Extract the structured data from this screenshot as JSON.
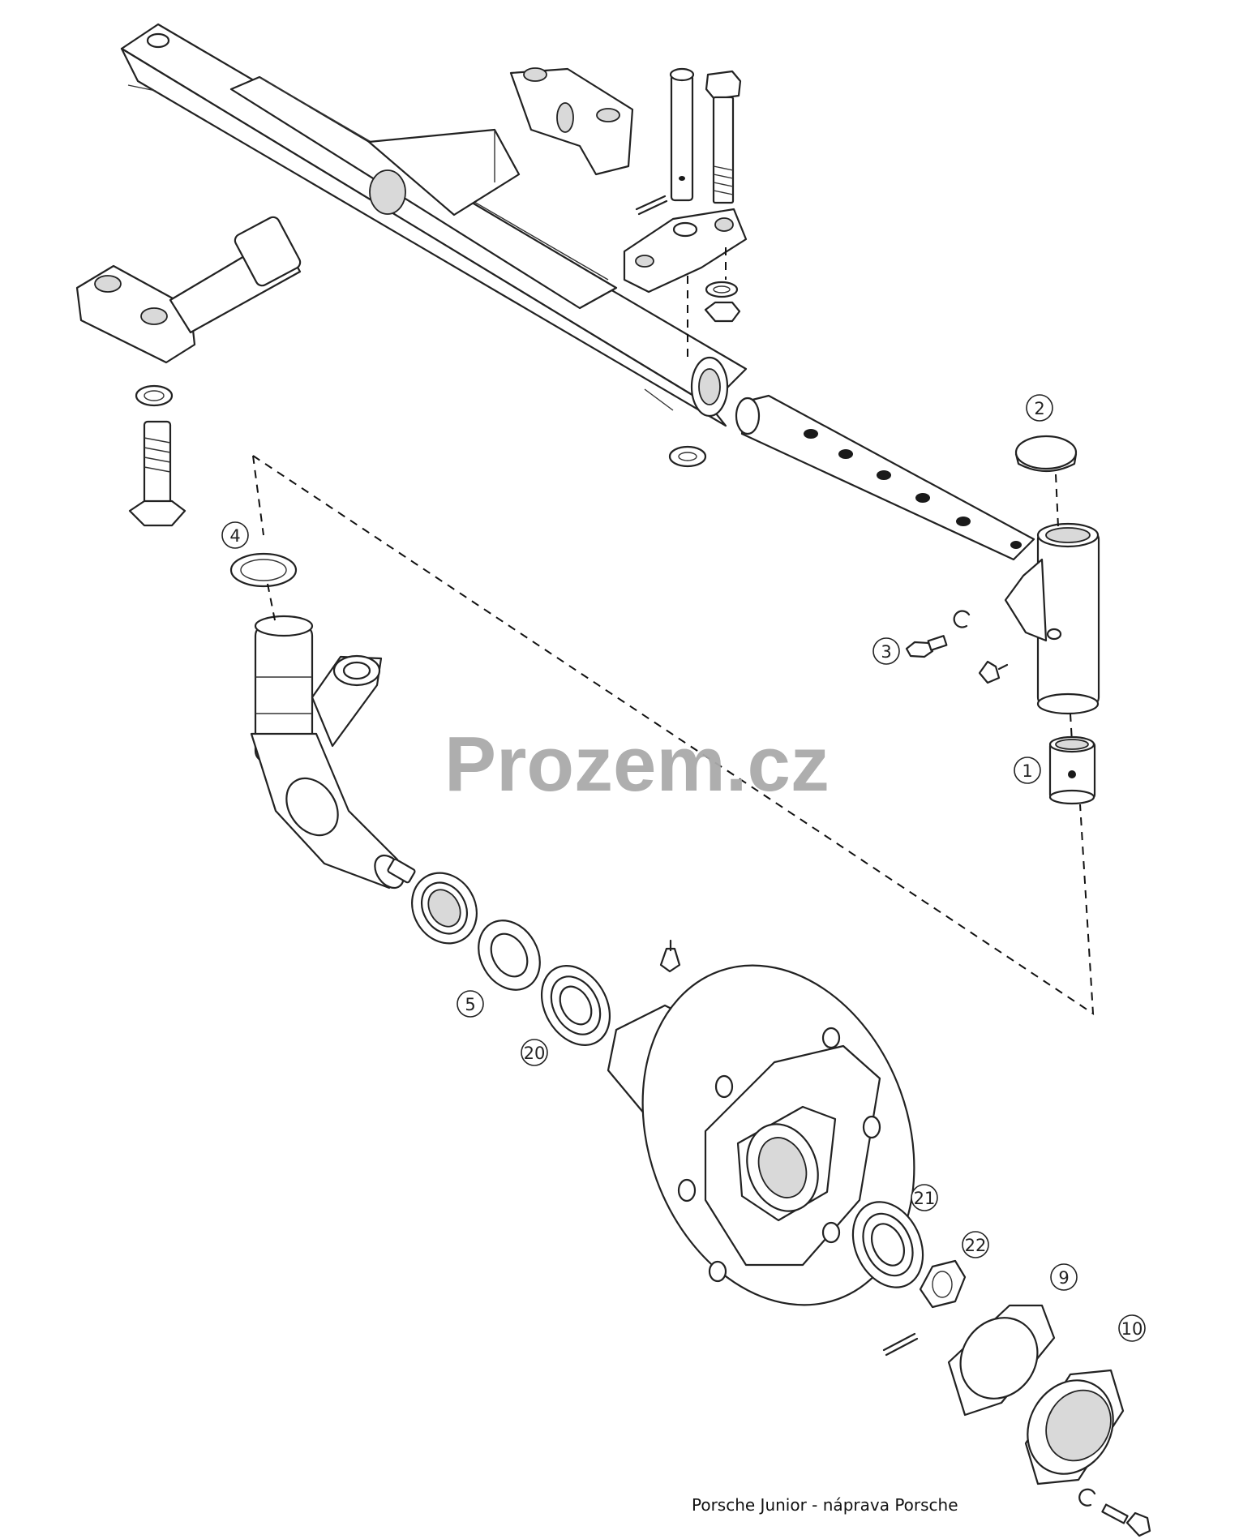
{
  "watermark": "Prozem.cz",
  "caption": "Porsche Junior - náprava Porsche",
  "callouts": {
    "c1": "1",
    "c2": "2",
    "c3": "3",
    "c4": "4",
    "c5": "5",
    "c9": "9",
    "c10": "10",
    "c20": "20",
    "c21": "21",
    "c22": "22"
  },
  "colors": {
    "line": "#222222",
    "watermark": "#aaaaaa",
    "hatch": "#d9d9d9"
  }
}
